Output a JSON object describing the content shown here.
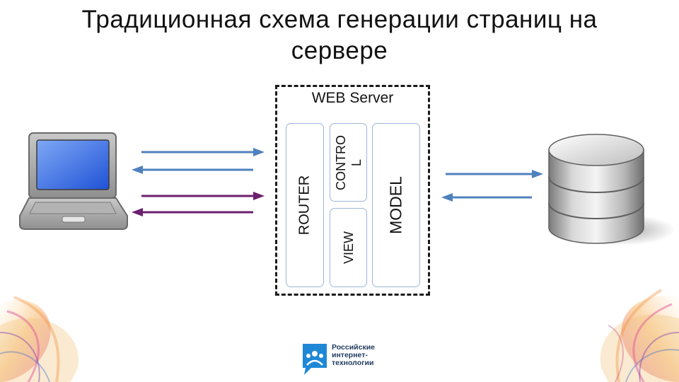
{
  "slide": {
    "title_line1": "Традиционная схема генерации страниц на",
    "title_line2": "сервере"
  },
  "server": {
    "label": "WEB Server",
    "modules": {
      "router": "ROUTER",
      "control_line1": "CONTRO",
      "control_line2": "L",
      "view": "VIEW",
      "model": "MODEL"
    }
  },
  "icons": {
    "client": "laptop-icon",
    "database": "database-icon"
  },
  "logo": {
    "line1": "Российские",
    "line2": "интернет-",
    "line3": "технологии"
  },
  "colors": {
    "arrow_blue": "#4f81bd",
    "arrow_purple": "#6b1f6e",
    "module_border": "#9db6d9",
    "logo_blue": "#1e88d6"
  }
}
